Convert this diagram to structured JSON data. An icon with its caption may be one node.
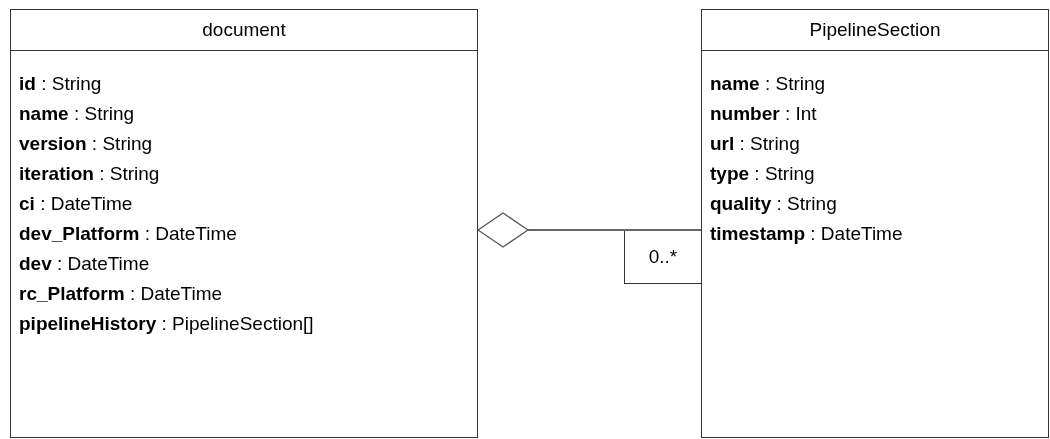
{
  "diagram": {
    "nodes": [
      {
        "text": [
          "document",
          "**id** : String",
          "**name** : String",
          "**version** : String",
          "**iteration** : String",
          "**ci** : DateTime",
          "**dev_Platform** : DateTime",
          "**dev** : DateTime",
          "**rc_Platform** : DateTime",
          "**pipelineHistory** : PipelineSection[]"
        ]
      },
      {
        "text": [
          "PipelineSection",
          "**name** : String",
          "**number** : Int",
          "**url** : String",
          "**type** : String",
          "**quality** : String",
          "**timestamp** : DateTime"
        ]
      }
    ],
    "edges": [
      {
        "from": 0,
        "to": 1,
        "arrow": "other",
        "label": "0..*"
      }
    ]
  }
}
